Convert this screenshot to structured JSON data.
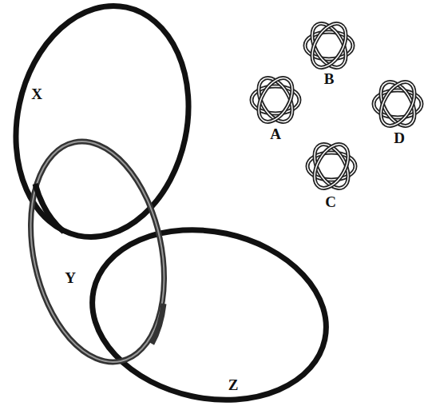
{
  "diagram": {
    "labels": [
      "X",
      "B",
      "A",
      "D",
      "C",
      "Y",
      "Z"
    ]
  }
}
